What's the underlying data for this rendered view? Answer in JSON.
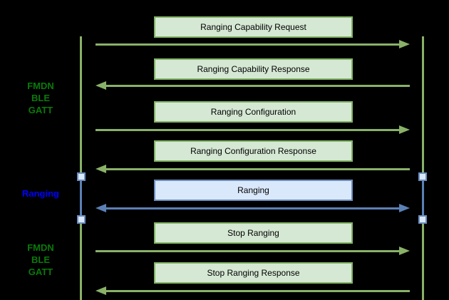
{
  "colors": {
    "background": "#000000",
    "green_box_fill": "#d5e8d4",
    "green_box_stroke": "#82b366",
    "green_line": "#89b168",
    "dark_green_label": "#0a7a0a",
    "blue_box_fill": "#dae8fc",
    "blue_box_stroke": "#6c8ebf",
    "blue_line": "#5b80b5",
    "blue_label": "#0000ff",
    "box_text": "#000000"
  },
  "phase_labels": [
    {
      "id": "fmdn-top",
      "lines": [
        "FMDN",
        "BLE",
        "GATT"
      ]
    },
    {
      "id": "ranging",
      "lines": [
        "Ranging"
      ]
    },
    {
      "id": "fmdn-bottom",
      "lines": [
        "FMDN",
        "BLE",
        "GATT"
      ]
    }
  ],
  "messages": [
    {
      "label": "Ranging Capability Request",
      "direction": "right",
      "style": "green"
    },
    {
      "label": "Ranging Capability Response",
      "direction": "left",
      "style": "green"
    },
    {
      "label": "Ranging Configuration",
      "direction": "right",
      "style": "green"
    },
    {
      "label": "Ranging Configuration Response",
      "direction": "left",
      "style": "green"
    },
    {
      "label": "Ranging",
      "direction": "both",
      "style": "blue"
    },
    {
      "label": "Stop Ranging",
      "direction": "right",
      "style": "green"
    },
    {
      "label": "Stop Ranging Response",
      "direction": "left",
      "style": "green"
    }
  ]
}
